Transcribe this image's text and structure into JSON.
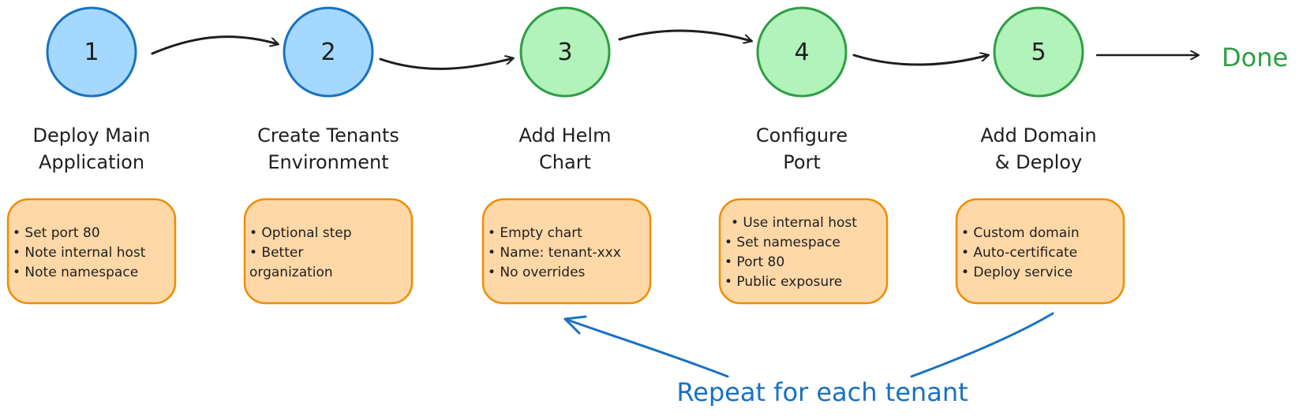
{
  "colors": {
    "blue_fill": "#a5d8ff",
    "blue_stroke": "#1971c2",
    "green_fill": "#b2f2bb",
    "green_stroke": "#2f9e44",
    "note_fill": "#ffd8a8",
    "note_stroke": "#f08c00",
    "arrow": "#1e1e1e",
    "done": "#2f9e44",
    "repeat": "#1971c2"
  },
  "steps": [
    {
      "number": "1",
      "title": [
        "Deploy Main",
        "Application"
      ],
      "notes": [
        "• Set port 80",
        "• Note internal host",
        "• Note namespace"
      ]
    },
    {
      "number": "2",
      "title": [
        "Create Tenants",
        "Environment"
      ],
      "notes": [
        "• Optional step",
        "• Better",
        "organization"
      ]
    },
    {
      "number": "3",
      "title": [
        "Add Helm",
        "Chart"
      ],
      "notes": [
        "• Empty chart",
        "• Name: tenant-xxx",
        "• No overrides"
      ]
    },
    {
      "number": "4",
      "title": [
        "Configure",
        "Port"
      ],
      "notes": [
        "• Use internal host",
        "• Set namespace",
        "• Port 80",
        "• Public exposure"
      ]
    },
    {
      "number": "5",
      "title": [
        "Add Domain",
        "& Deploy"
      ],
      "notes": [
        "• Custom domain",
        "• Auto-certificate",
        "• Deploy service"
      ]
    }
  ],
  "done_label": "Done",
  "repeat_label": "Repeat for each tenant"
}
